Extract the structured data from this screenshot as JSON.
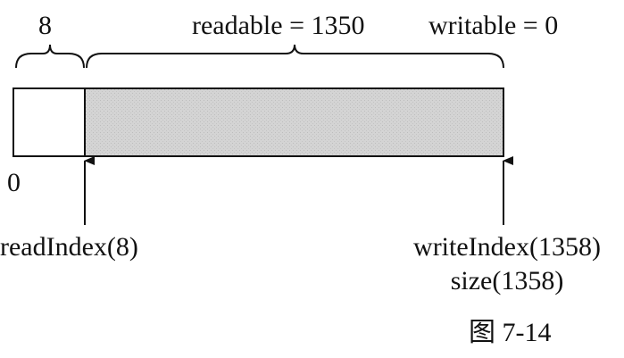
{
  "diagram": {
    "prepend_label": "8",
    "readable_label": "readable = 1350",
    "writable_label": "writable = 0",
    "origin_label": "0",
    "read_index_label": "readIndex(8)",
    "write_index_label": "writeIndex(1358)",
    "size_label": "size(1358)",
    "caption": "图 7-14"
  },
  "colors": {
    "readable_fill": "#d3d3d3",
    "prepend_fill": "#ffffff",
    "stroke": "#111111"
  }
}
